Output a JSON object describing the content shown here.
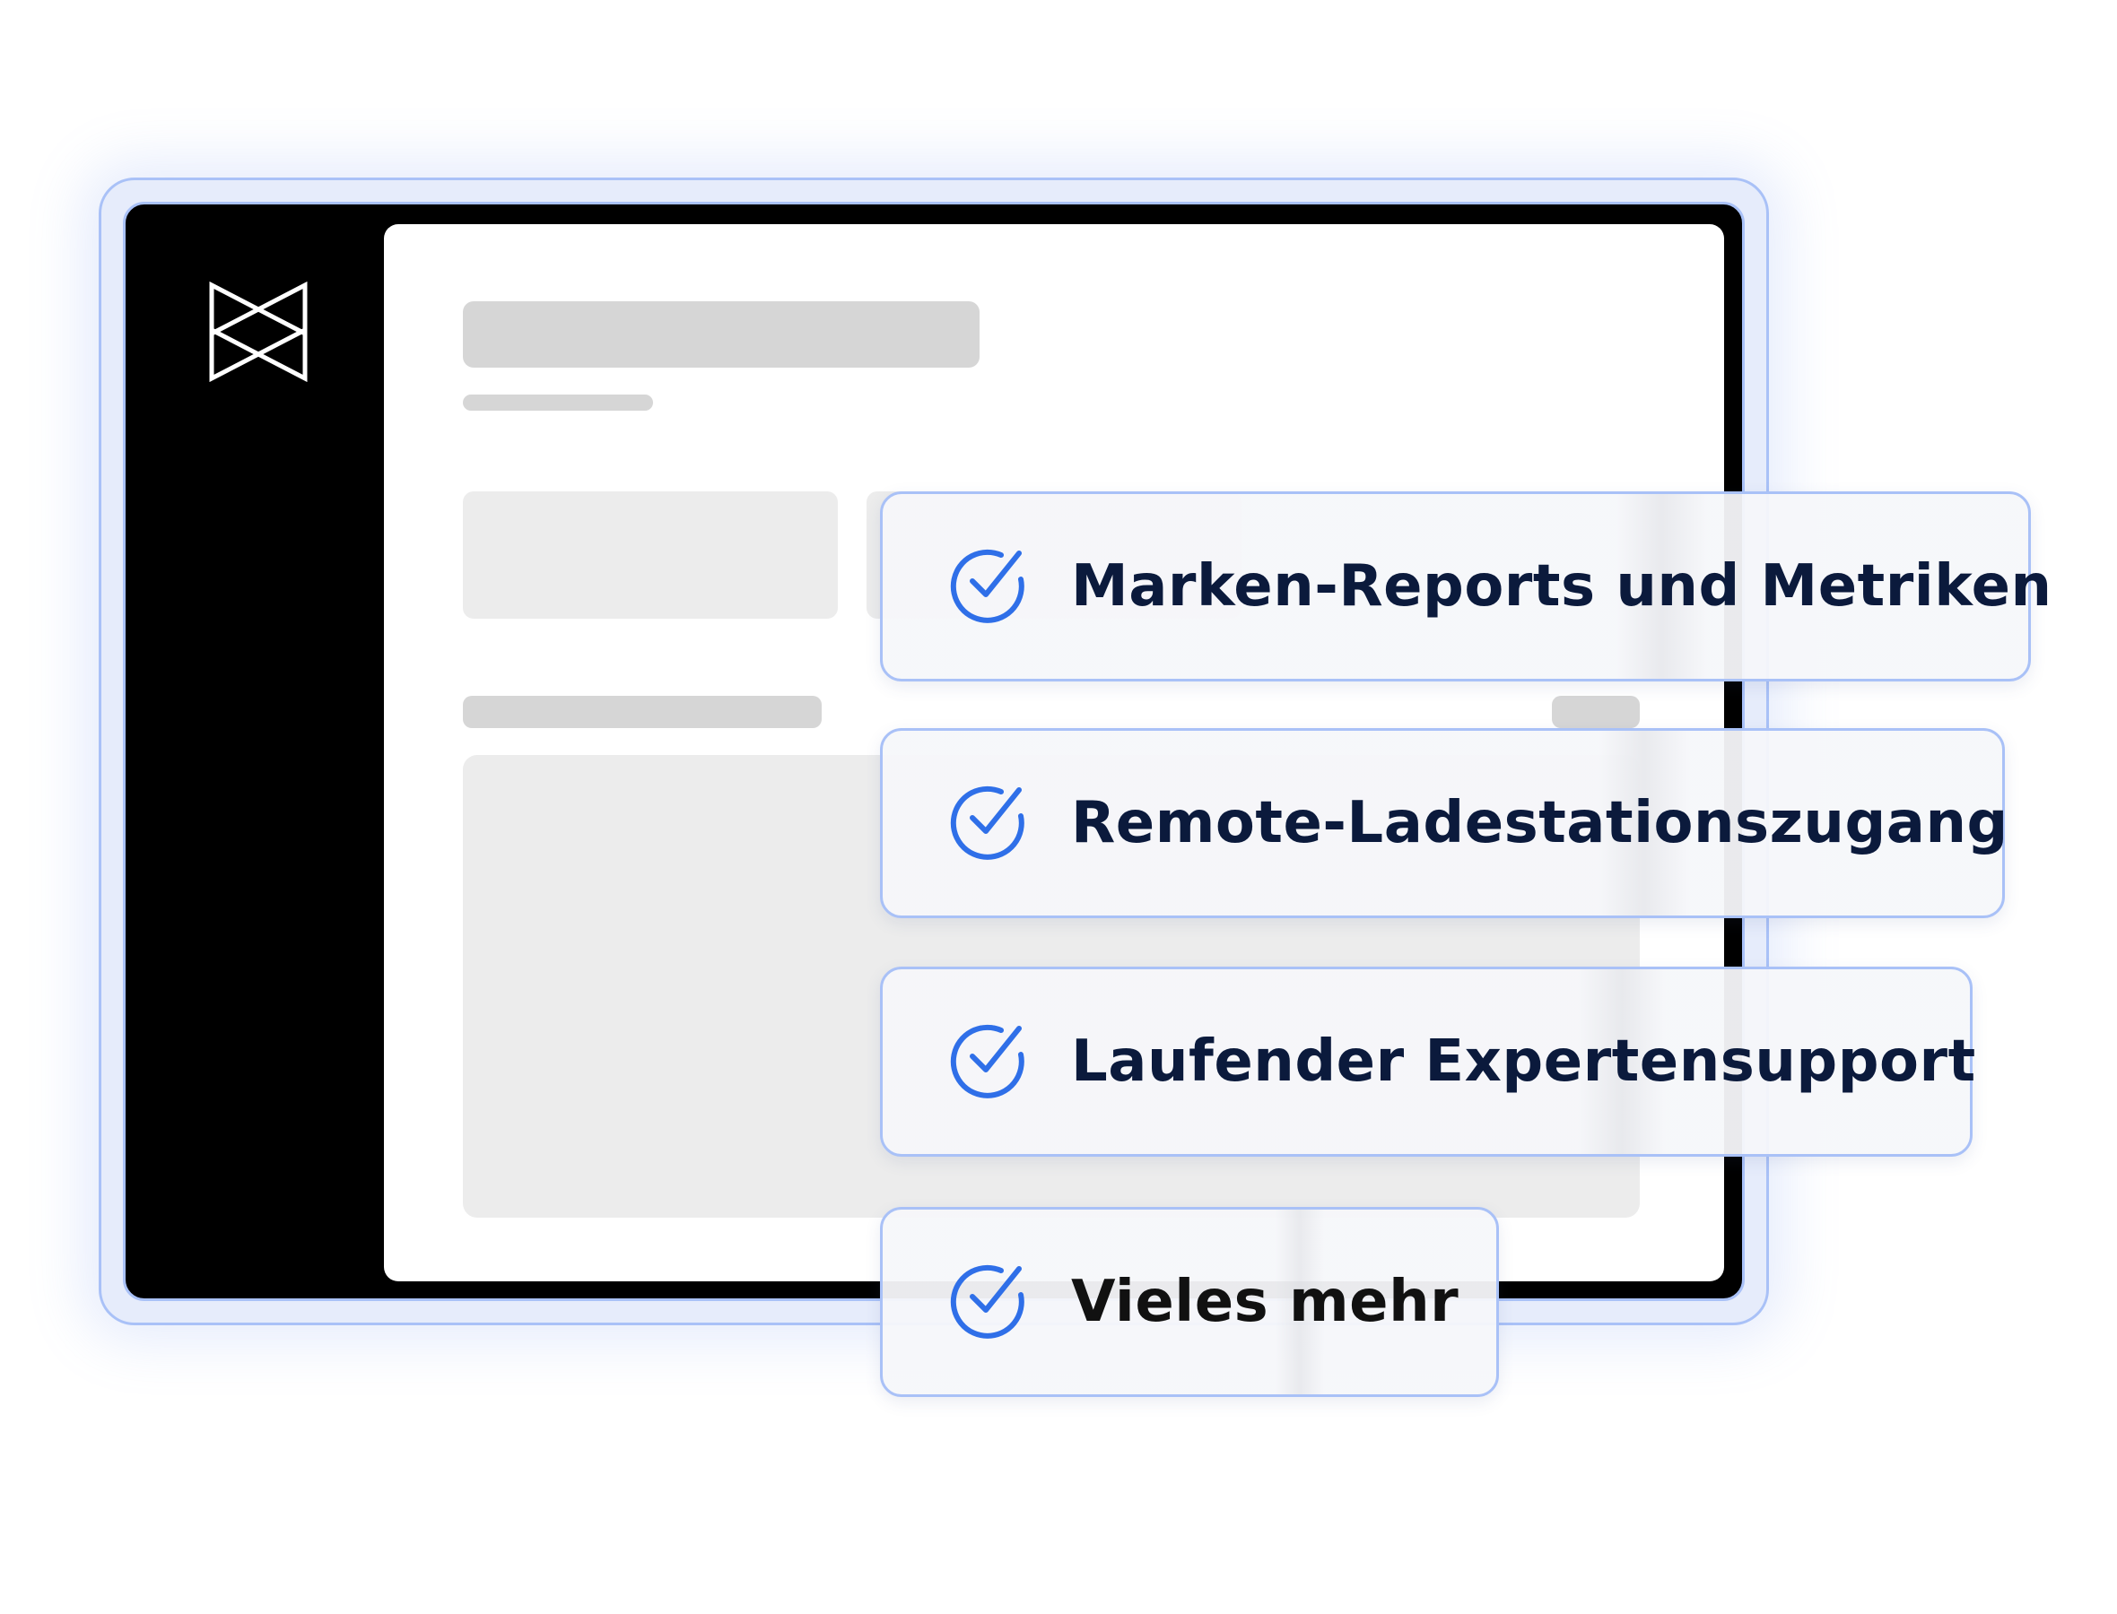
{
  "app": {
    "logo_icon": "bowtie-logo-icon"
  },
  "features": [
    {
      "icon": "check-circle-icon",
      "label": "Marken-Reports und Metriken"
    },
    {
      "icon": "check-circle-icon",
      "label": "Remote-Ladestationszugang"
    },
    {
      "icon": "check-circle-icon",
      "label": "Laufender Expertensupport"
    },
    {
      "icon": "check-circle-icon",
      "label": "Vieles mehr"
    }
  ],
  "colors": {
    "accent": "#2f6fe8",
    "frame_border": "#a9c1f7",
    "text": "#0b1a3c",
    "placeholder_dark": "#d6d6d6",
    "placeholder_light": "#ececec"
  }
}
